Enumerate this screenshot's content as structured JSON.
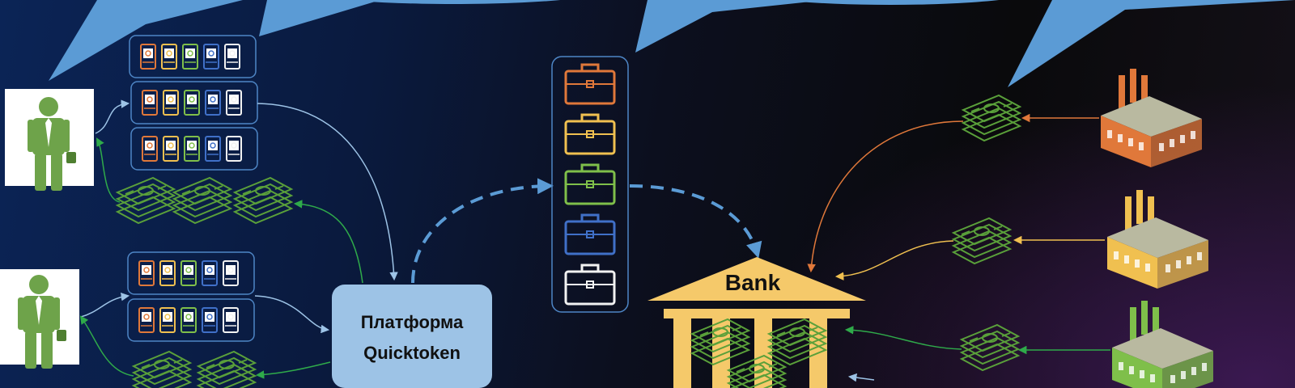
{
  "bank": {
    "label": "Bank"
  },
  "platform": {
    "line1": "Платформа",
    "line2": "Quicktoken"
  },
  "colors": {
    "orange": "#e0783a",
    "yellow": "#f0c050",
    "green": "#7fbf4a",
    "blue": "#4070c8",
    "white": "#f2f2f2",
    "bubble": "#5b9bd5",
    "person": "#6ea34a",
    "bank": "#f5c96a",
    "platform": "#9dc3e6",
    "money": "#5aa03a"
  },
  "token_colors": [
    "orange",
    "yellow",
    "green",
    "blue",
    "white"
  ],
  "briefcase_colors": [
    "orange",
    "yellow",
    "green",
    "blue",
    "white"
  ],
  "factories": [
    {
      "name": "factory-orange",
      "color": "orange"
    },
    {
      "name": "factory-yellow",
      "color": "yellow"
    },
    {
      "name": "factory-green",
      "color": "green"
    }
  ]
}
